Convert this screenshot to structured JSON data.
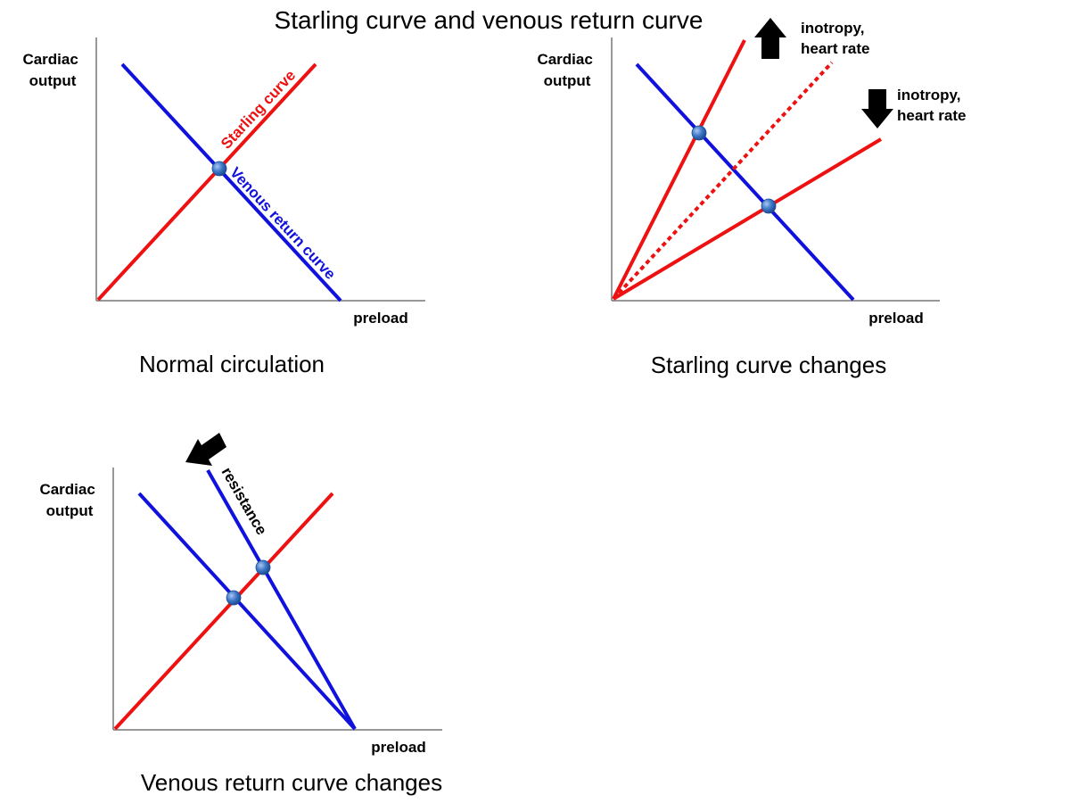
{
  "title": "Starling curve and venous return curve",
  "colors": {
    "starling": "#ee1111",
    "venous": "#1111dd",
    "axis": "#777777",
    "arrow": "#000000"
  },
  "panels": [
    {
      "caption": "Normal circulation",
      "ylabel": [
        "Cardiac",
        "output"
      ],
      "xlabel": "preload",
      "curve_labels": {
        "starling": "Starling curve",
        "venous": "Venous return curve"
      }
    },
    {
      "caption": "Starling curve changes",
      "ylabel": [
        "Cardiac",
        "output"
      ],
      "xlabel": "preload",
      "up_annotation": [
        "inotropy,",
        "heart rate"
      ],
      "down_annotation": [
        "inotropy,",
        "heart rate"
      ]
    },
    {
      "caption": "Venous return curve changes",
      "ylabel": [
        "Cardiac",
        "output"
      ],
      "xlabel": "preload",
      "arrow_annotation": "resistance"
    }
  ]
}
